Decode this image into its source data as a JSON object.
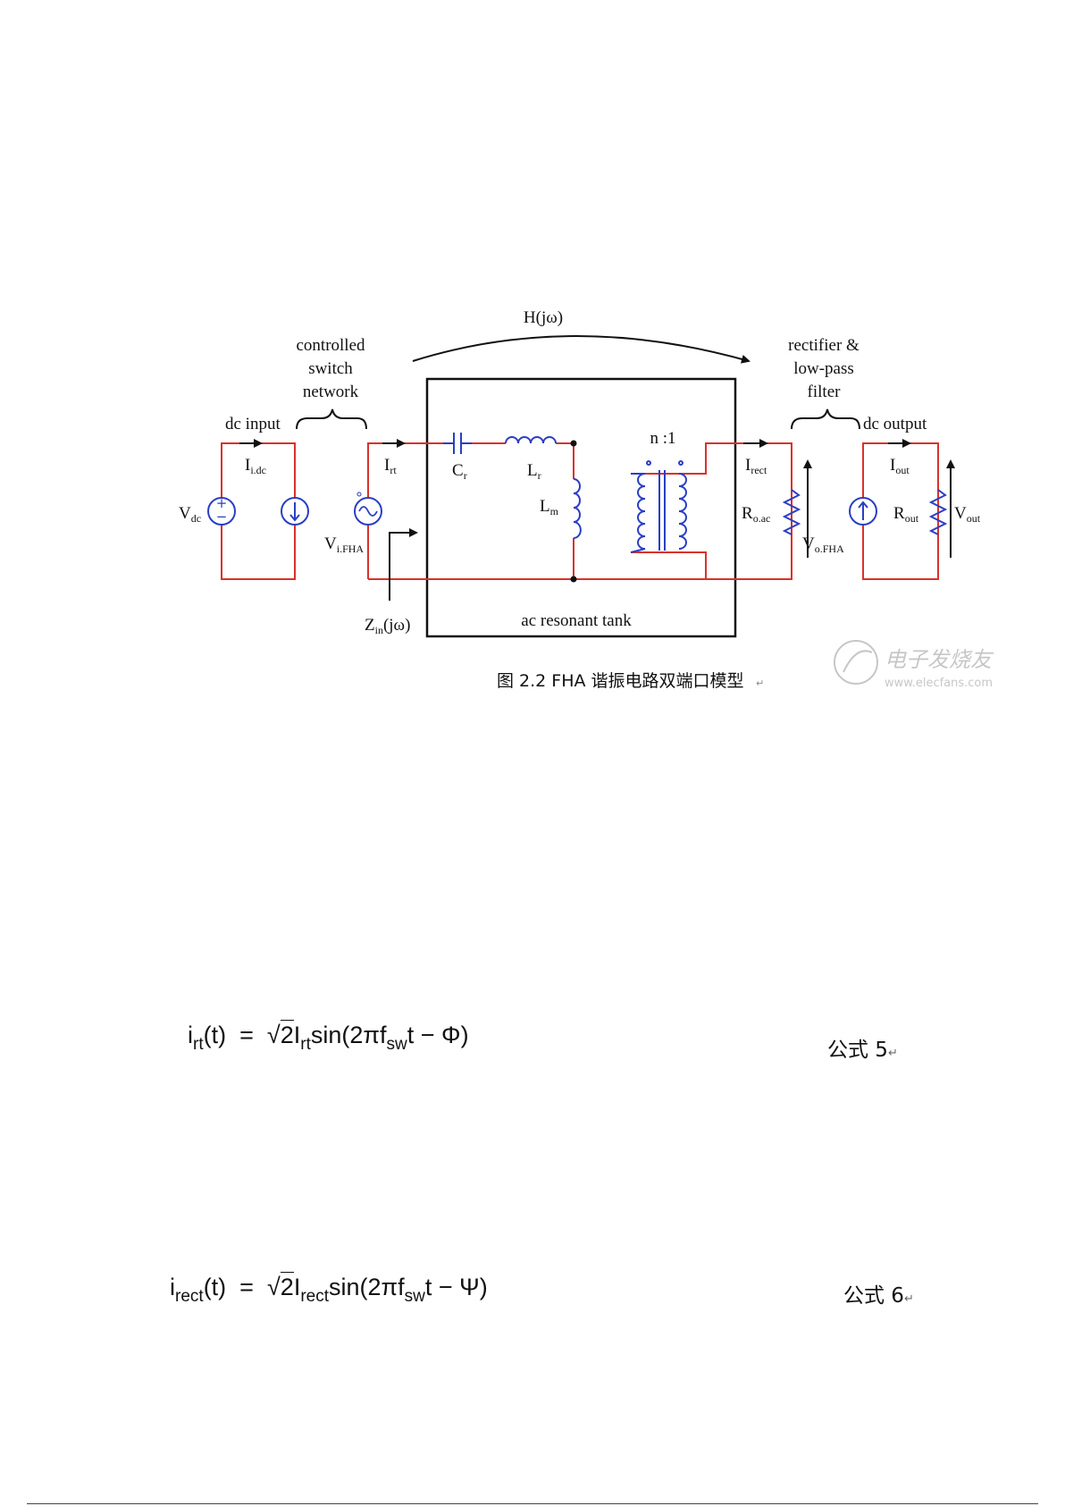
{
  "figure": {
    "transfer_label": "H(jω)",
    "switch_label": [
      "controlled",
      "switch",
      "network"
    ],
    "rectifier_label": [
      "rectifier &",
      "low-pass",
      "filter"
    ],
    "dc_input": "dc input",
    "dc_output": "dc output",
    "tank_label": "ac resonant tank",
    "zin_label": "Z",
    "zin_sub": "in",
    "zin_tail": "(jω)",
    "vdc": "V",
    "vdc_sub": "dc",
    "iidc": "I",
    "iidc_sub": "i.dc",
    "irt": "I",
    "irt_sub": "rt",
    "vifha": "V",
    "vifha_sub": "i.FHA",
    "cr": "C",
    "cr_sub": "r",
    "lr": "L",
    "lr_sub": "r",
    "lm": "L",
    "lm_sub": "m",
    "ratio": "n :1",
    "irect": "I",
    "irect_sub": "rect",
    "roac": "R",
    "roac_sub": "o.ac",
    "vofha": "V",
    "vofha_sub": "o.FHA",
    "iout": "I",
    "iout_sub": "out",
    "rout": "R",
    "rout_sub": "out",
    "vout": "V",
    "vout_sub": "out",
    "caption": "图 2.2 FHA 谐振电路双端口模型",
    "watermark_cn": "电子发烧友",
    "watermark_url": "www.elecfans.com"
  },
  "equations": [
    {
      "i": "i",
      "sub1": "rt",
      "t": "(t)  =  ",
      "root": "2",
      "mid": "I",
      "sub2": "rt",
      "tail": "sin(2πf",
      "sub3": "sw",
      "end": "t − Φ)",
      "label": "公式 5"
    },
    {
      "i": "i",
      "sub1": "rect",
      "t": "(t)  =  ",
      "root": "2",
      "mid": "I",
      "sub2": "rect",
      "tail": "sin(2πf",
      "sub3": "sw",
      "end": "t − Ψ)",
      "label": "公式 6"
    }
  ],
  "colors": {
    "wire": "#d9322b",
    "component": "#2b3ec4",
    "ink": "#111111"
  }
}
